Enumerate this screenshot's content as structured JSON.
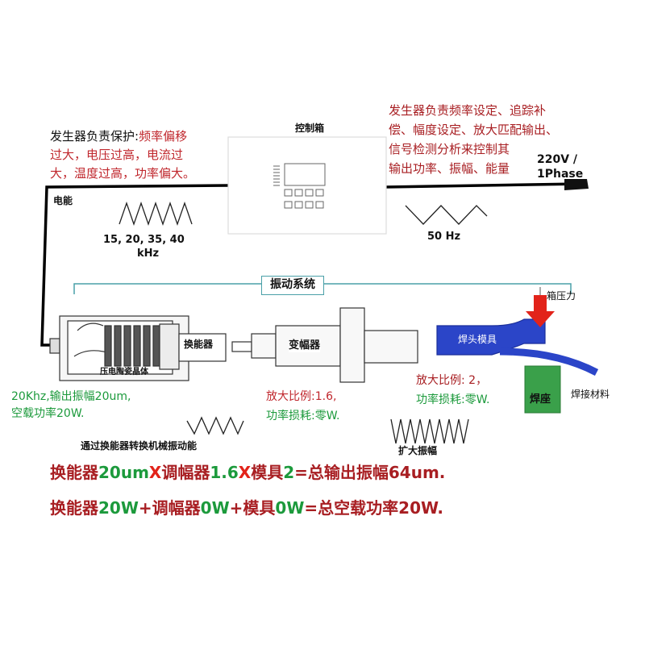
{
  "control_box": {
    "title": "控制箱"
  },
  "protection_note": {
    "line1_a": "发生器负责保护:",
    "line1_b": "频率偏移",
    "line2": "过大，电压过高，电流过",
    "line3": "大，温度过高，功率偏大。"
  },
  "generator_note": {
    "line1": "发生器负责频率设定、追踪补",
    "line2": "偿、幅度设定、放大匹配输出、",
    "line3": "信号检测分析来控制其",
    "line4": "输出功率、振幅、能量"
  },
  "power_input": {
    "line1": "220V /",
    "line2": "1Phase"
  },
  "electric_energy": "电能",
  "frequency_output": {
    "line1": "15, 20, 35, 40",
    "line2": "kHz"
  },
  "frequency_input": "50 Hz",
  "vibration_system": "振动系统",
  "pressure_label": "箱压力",
  "transducer": {
    "label": "换能器",
    "piezo_label": "压电陶瓷晶体",
    "spec_line1": "20Khz,输出振幅20um,",
    "spec_line2": "空载功率20W."
  },
  "booster": {
    "label": "变幅器",
    "ratio_label": "放大比例",
    "ratio_value": ":1.6,",
    "loss_label": "功率损耗",
    "loss_value": ":零W."
  },
  "horn": {
    "label": "焊头模具",
    "ratio_label": "放大比例",
    "ratio_value": ": 2，",
    "loss_label": "功率损耗",
    "loss_value": ":零W."
  },
  "weld_seat": "焊座",
  "weld_material": "焊接材料",
  "conversion_note": "通过换能器转换机械振动能",
  "amplify_note": "扩大振幅",
  "formula1": {
    "a": "换能器",
    "b": "20um",
    "c": "X",
    "d": "调幅器",
    "e": "1.6",
    "f": "X",
    "g": "模具",
    "h": "2",
    "i": "=",
    "j": "总输出振幅",
    "k": "64um."
  },
  "formula2": {
    "a": "换能器",
    "b": "20W",
    "c": "+",
    "d": "调幅器",
    "e": "0W",
    "f": "+",
    "g": "模具",
    "h": "0W",
    "i": "=",
    "j": "总空载功率",
    "k": "20W."
  },
  "colors": {
    "red": "#c0272d",
    "green": "#1c9a3c",
    "horn_blue": "#2b45c8",
    "seat_green": "#3aa04a",
    "bracket_teal": "#4aa0a8",
    "arrow_red": "#e2231a"
  }
}
